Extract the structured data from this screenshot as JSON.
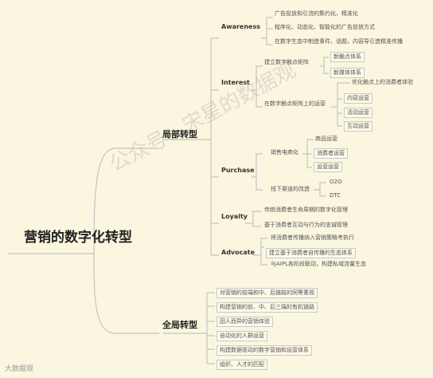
{
  "root": {
    "label": "营销的数字化转型"
  },
  "partial": {
    "label": "局部转型",
    "awareness": {
      "label": "Awareness",
      "items": [
        "广告投放和引流的集约化、精准化",
        "程序化、动态化、智能化的广告投放方式",
        "在数字生态中制造事件、话题，内容导引造精准传播"
      ]
    },
    "interest": {
      "label": "Interest",
      "sub1": {
        "label": "建立数字触点矩阵",
        "items": [
          "新触点体系",
          "新媒体体系"
        ]
      },
      "sub2": {
        "label": "在数字触点矩阵上的运营",
        "items": [
          "优化触点上的消费者体验",
          "内容运营",
          "活动运营",
          "互动运营"
        ]
      }
    },
    "purchase": {
      "label": "Purchase",
      "sub1": {
        "label": "销售电商化",
        "items": [
          "商品运营",
          "消费者运营",
          "运营运营"
        ]
      },
      "sub2": {
        "label": "线下渠道的改造",
        "items": [
          "O2O",
          "DTC"
        ]
      }
    },
    "loyalty": {
      "label": "Loyalty",
      "items": [
        "传统消费者生命周期的数字化管理",
        "基于消费者互动与行为的忠诚管理"
      ]
    },
    "advocate": {
      "label": "Advocate",
      "items": [
        "将消费者传播纳入营销策略考执行",
        "建立基于消费者自传播的生态体系",
        "与AIPL各阶段联动，构建私域流量生态"
      ]
    }
  },
  "global": {
    "label": "全局转型",
    "items": [
      "对营销的前端和中、后链路的同等重视",
      "构建营销的前、中、后三端的有机链路",
      "因人而异的营销体验",
      "自动化的人群运营",
      "构建数据驱动的数字营销和运营体系",
      "组织、人才的匹配"
    ]
  },
  "watermark": "公众号：宋星的数据观",
  "logo": "大数据观",
  "colors": {
    "line": "#bdbdbd",
    "background": "#fbf6df"
  }
}
